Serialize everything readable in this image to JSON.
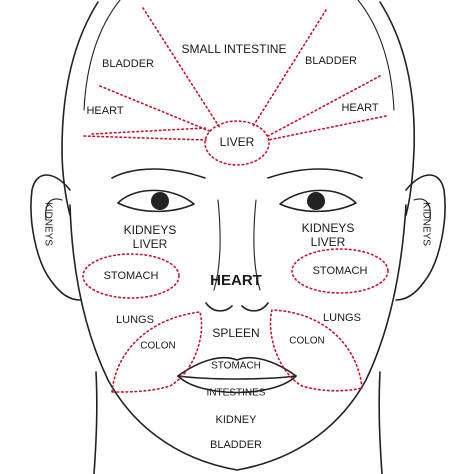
{
  "labels": {
    "forehead_center": "SMALL INTESTINE",
    "forehead_left_top": "BLADDER",
    "forehead_right_top": "BLADDER",
    "forehead_left_mid": "HEART",
    "forehead_right_mid": "HEART",
    "brow_center": "LIVER",
    "ear_left": "KIDNEYS",
    "ear_right": "KIDNEYS",
    "under_eye_left_1": "KIDNEYS",
    "under_eye_left_2": "LIVER",
    "under_eye_right_1": "KIDNEYS",
    "under_eye_right_2": "LIVER",
    "cheek_left": "STOMACH",
    "cheek_right": "STOMACH",
    "nose": "HEART",
    "lower_cheek_left": "LUNGS",
    "lower_cheek_right": "LUNGS",
    "jaw_left": "COLON",
    "jaw_right": "COLON",
    "philtrum": "SPLEEN",
    "upper_lip": "STOMACH",
    "lower_lip": "INTESTINES",
    "chin_1": "KIDNEY",
    "chin_2": "BLADDER"
  },
  "colors": {
    "zone_outline": "#c8102e",
    "line_art": "#222222",
    "label_text": "#1a1a1a",
    "background": "#ffffff"
  }
}
